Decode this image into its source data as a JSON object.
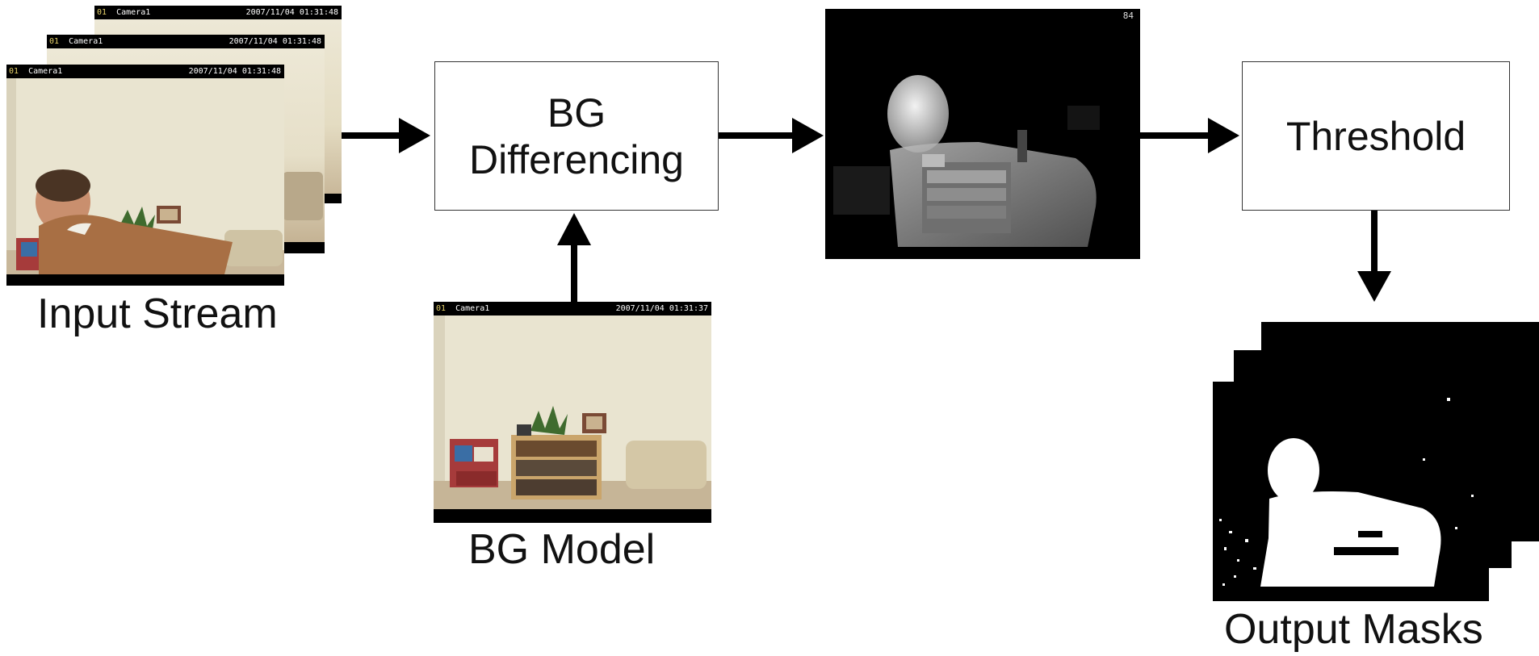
{
  "input_stream": {
    "label": "Input Stream",
    "frames": [
      {
        "channel": "01",
        "camera": "Camera1",
        "timestamp": "2007/11/04 01:31:48"
      },
      {
        "channel": "01",
        "camera": "Camera1",
        "timestamp": "2007/11/04 01:31:48"
      },
      {
        "channel": "01",
        "camera": "Camera1",
        "timestamp": "2007/11/04 01:31:48"
      }
    ]
  },
  "bg_differencing": {
    "line1": "BG",
    "line2": "Differencing"
  },
  "bg_model": {
    "label": "BG Model",
    "frame": {
      "channel": "01",
      "camera": "Camera1",
      "timestamp": "2007/11/04 01:31:37"
    }
  },
  "difference_image": {
    "corner_text": "84"
  },
  "threshold": {
    "label": "Threshold"
  },
  "output_masks": {
    "label": "Output Masks"
  }
}
